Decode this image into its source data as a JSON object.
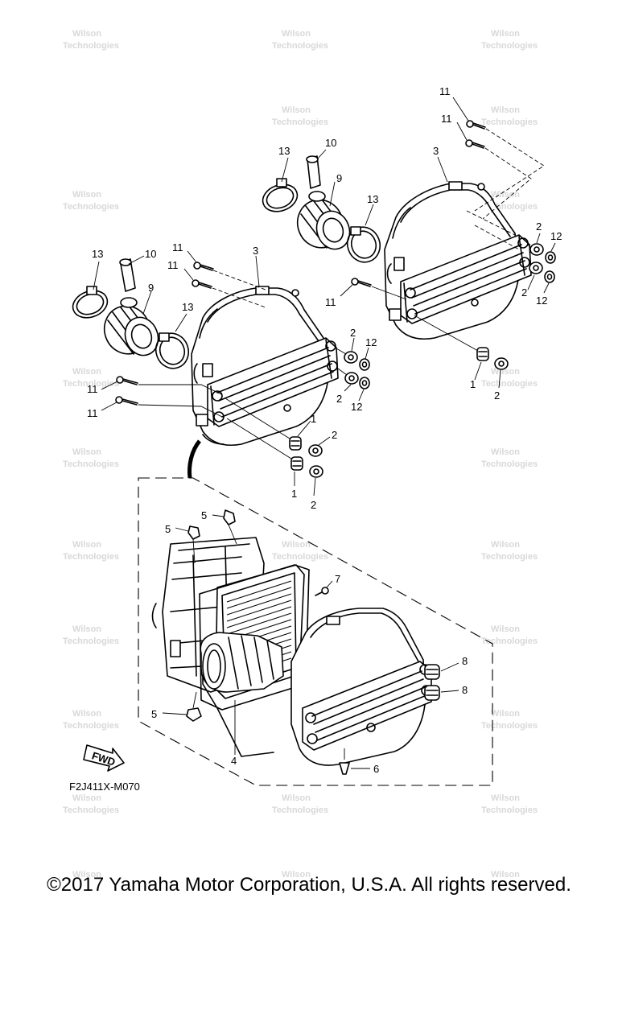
{
  "diagram": {
    "figure_code": "F2J411X-M070",
    "fwd_label": "FWD",
    "copyright": "©2017 Yamaha Motor Corporation, U.S.A. All rights reserved.",
    "watermark": [
      "Wilson",
      "Technologies"
    ],
    "callouts": [
      {
        "id": "c-11-a",
        "text": "11"
      },
      {
        "id": "c-11-b",
        "text": "11"
      },
      {
        "id": "c-3-a",
        "text": "3"
      },
      {
        "id": "c-13-a",
        "text": "13"
      },
      {
        "id": "c-10-a",
        "text": "10"
      },
      {
        "id": "c-9-a",
        "text": "9"
      },
      {
        "id": "c-13-b",
        "text": "13"
      },
      {
        "id": "c-2-a",
        "text": "2"
      },
      {
        "id": "c-12-a",
        "text": "12"
      },
      {
        "id": "c-2-b",
        "text": "2"
      },
      {
        "id": "c-12-b",
        "text": "12"
      },
      {
        "id": "c-11-c",
        "text": "11"
      },
      {
        "id": "c-1-a",
        "text": "1"
      },
      {
        "id": "c-2-c",
        "text": "2"
      },
      {
        "id": "c-13-c",
        "text": "13"
      },
      {
        "id": "c-10-b",
        "text": "10"
      },
      {
        "id": "c-11-d",
        "text": "11"
      },
      {
        "id": "c-11-e",
        "text": "11"
      },
      {
        "id": "c-3-b",
        "text": "3"
      },
      {
        "id": "c-9-b",
        "text": "9"
      },
      {
        "id": "c-13-d",
        "text": "13"
      },
      {
        "id": "c-11-f",
        "text": "11"
      },
      {
        "id": "c-11-g",
        "text": "11"
      },
      {
        "id": "c-2-d",
        "text": "2"
      },
      {
        "id": "c-12-c",
        "text": "12"
      },
      {
        "id": "c-2-e",
        "text": "2"
      },
      {
        "id": "c-12-d",
        "text": "12"
      },
      {
        "id": "c-1-b",
        "text": "1"
      },
      {
        "id": "c-2-f",
        "text": "2"
      },
      {
        "id": "c-1-c",
        "text": "1"
      },
      {
        "id": "c-2-g",
        "text": "2"
      },
      {
        "id": "c-5-a",
        "text": "5"
      },
      {
        "id": "c-5-b",
        "text": "5"
      },
      {
        "id": "c-7",
        "text": "7"
      },
      {
        "id": "c-8-a",
        "text": "8"
      },
      {
        "id": "c-8-b",
        "text": "8"
      },
      {
        "id": "c-5-c",
        "text": "5"
      },
      {
        "id": "c-4",
        "text": "4"
      },
      {
        "id": "c-6",
        "text": "6"
      }
    ]
  }
}
